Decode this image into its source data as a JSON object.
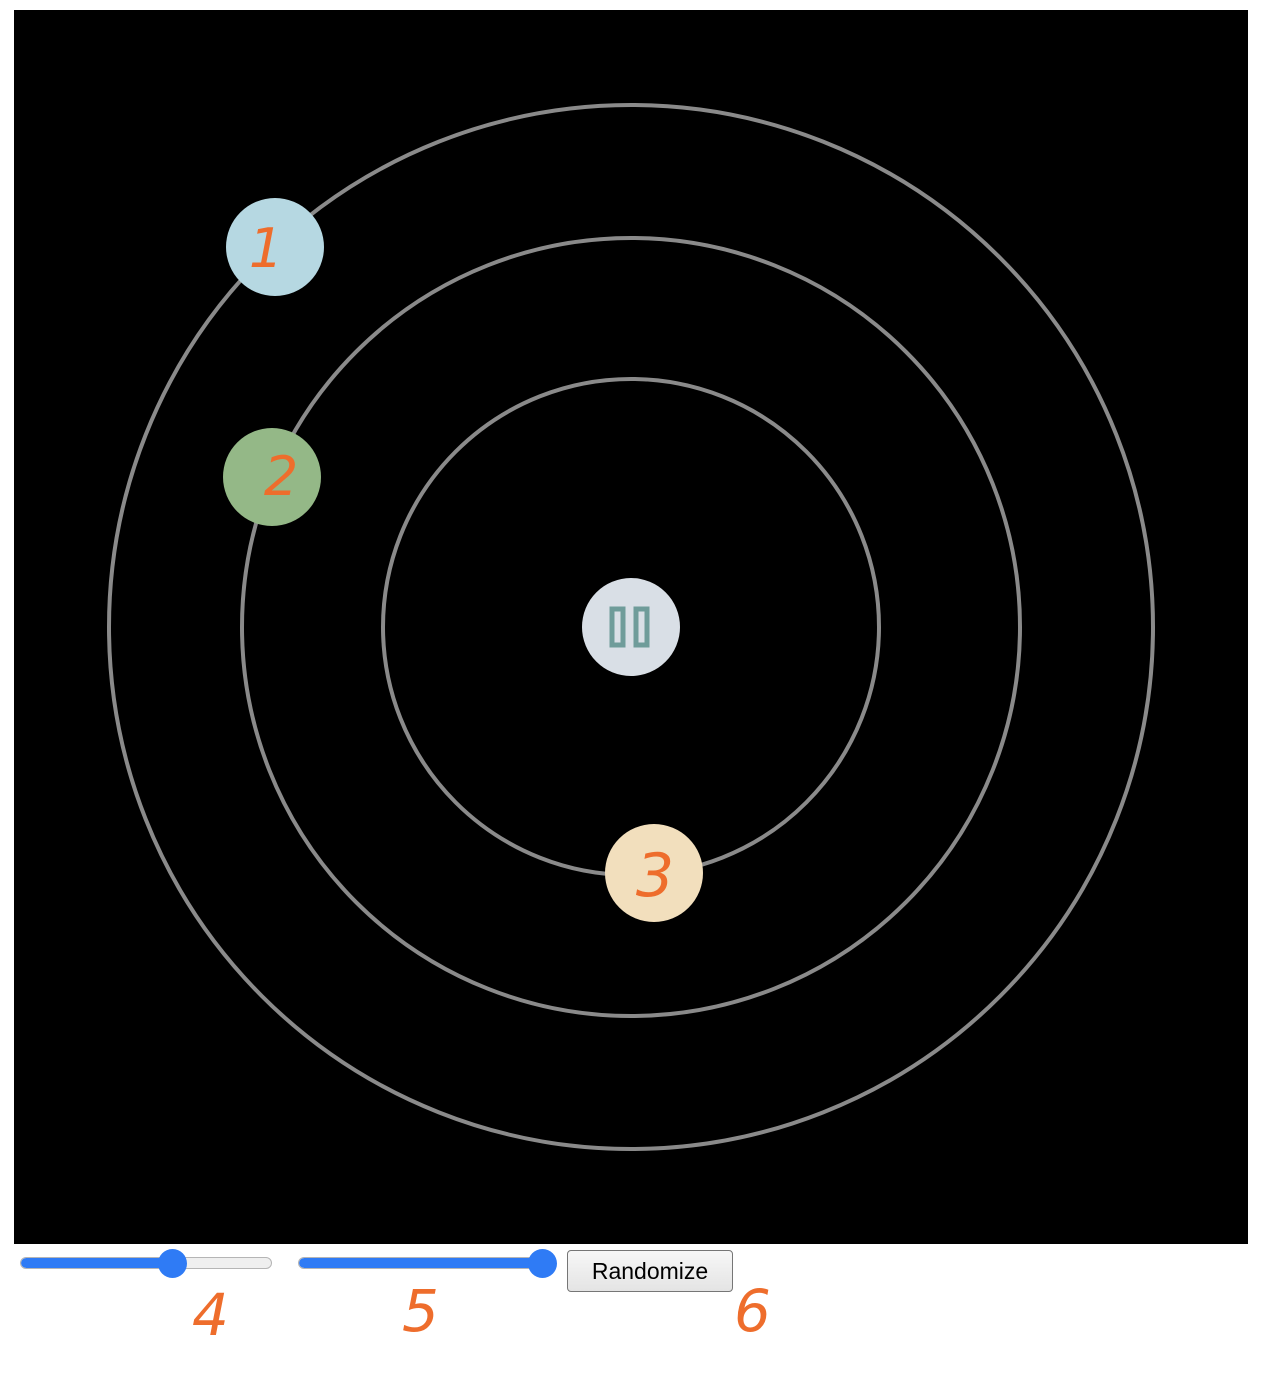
{
  "simulation": {
    "orbits": [
      {
        "name": "inner-orbit"
      },
      {
        "name": "middle-orbit"
      },
      {
        "name": "outer-orbit"
      }
    ],
    "colors": {
      "background": "#000000",
      "orbit_stroke": "#8a8a8a",
      "center": "#d9dfe6",
      "pause_icon": "#6f9c9a",
      "planet_1": "#b6d8e2",
      "planet_2": "#94b887",
      "planet_3": "#f2dfbd",
      "annotation": "#ee6d2c",
      "slider_accent": "#2f7bf5"
    },
    "planets": [
      {
        "label": "1",
        "orbit": "outer-orbit",
        "color": "#b6d8e2"
      },
      {
        "label": "2",
        "orbit": "middle-orbit",
        "color": "#94b887"
      },
      {
        "label": "3",
        "orbit": "inner-orbit",
        "color": "#f2dfbd"
      }
    ],
    "center_control": {
      "icon": "pause-icon"
    }
  },
  "controls": {
    "speed_slider": {
      "value_fraction": 0.61,
      "annotation": "4"
    },
    "size_slider": {
      "value_fraction": 1.0,
      "annotation": "5"
    },
    "randomize_label": "Randomize",
    "randomize_annotation": "6"
  }
}
